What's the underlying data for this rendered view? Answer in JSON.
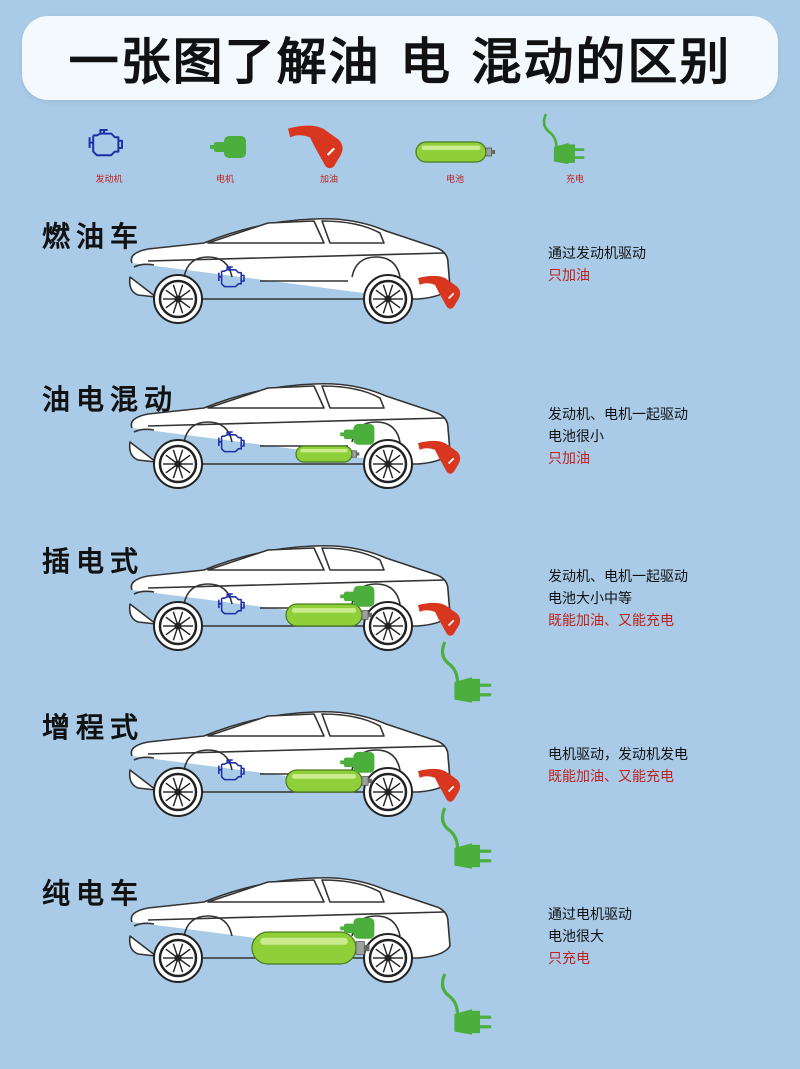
{
  "title": "一张图了解油 电 混动的区别",
  "legend": [
    {
      "icon": "engine-icon",
      "label": "发动机"
    },
    {
      "icon": "motor-icon",
      "label": "电机"
    },
    {
      "icon": "fuel-nozzle-icon",
      "label": "加油"
    },
    {
      "icon": "battery-icon",
      "label": "电池"
    },
    {
      "icon": "charging-plug-icon",
      "label": "充电"
    }
  ],
  "colors": {
    "background": "#a9cbe8",
    "text_black": "#111111",
    "text_red": "#c0221b",
    "engine_blue": "#1f2fa8",
    "motor_green": "#4cae3c",
    "fuel_red": "#d9361f",
    "battery_green": "#8fd03a"
  },
  "rows": [
    {
      "title": "燃油车",
      "lines": [
        {
          "text": "通过发动机驱动",
          "color": "#111111"
        },
        {
          "text": "只加油",
          "color": "#c0221b"
        }
      ],
      "components": {
        "engine": true,
        "motor": false,
        "battery": "none",
        "fuel": true,
        "plug": false
      }
    },
    {
      "title": "油电混动",
      "lines": [
        {
          "text": "发动机、电机一起驱动",
          "color": "#111111"
        },
        {
          "text": "电池很小",
          "color": "#111111"
        },
        {
          "text": "只加油",
          "color": "#c0221b"
        }
      ],
      "components": {
        "engine": true,
        "motor": true,
        "battery": "small",
        "fuel": true,
        "plug": false
      }
    },
    {
      "title": "插电式",
      "lines": [
        {
          "text": "发动机、电机一起驱动",
          "color": "#111111"
        },
        {
          "text": "电池大小中等",
          "color": "#111111"
        },
        {
          "text": "既能加油、又能充电",
          "color": "#c0221b"
        }
      ],
      "components": {
        "engine": true,
        "motor": true,
        "battery": "medium",
        "fuel": true,
        "plug": true
      }
    },
    {
      "title": "增程式",
      "lines": [
        {
          "text": "电机驱动，发动机发电",
          "color": "#111111"
        },
        {
          "text": "既能加油、又能充电",
          "color": "#c0221b"
        }
      ],
      "components": {
        "engine": true,
        "motor": true,
        "battery": "medium",
        "fuel": true,
        "plug": true
      }
    },
    {
      "title": "纯电车",
      "lines": [
        {
          "text": "通过电机驱动",
          "color": "#111111"
        },
        {
          "text": "电池很大",
          "color": "#111111"
        },
        {
          "text": "只充电",
          "color": "#c0221b"
        }
      ],
      "components": {
        "engine": false,
        "motor": true,
        "battery": "large",
        "fuel": false,
        "plug": true
      }
    }
  ]
}
